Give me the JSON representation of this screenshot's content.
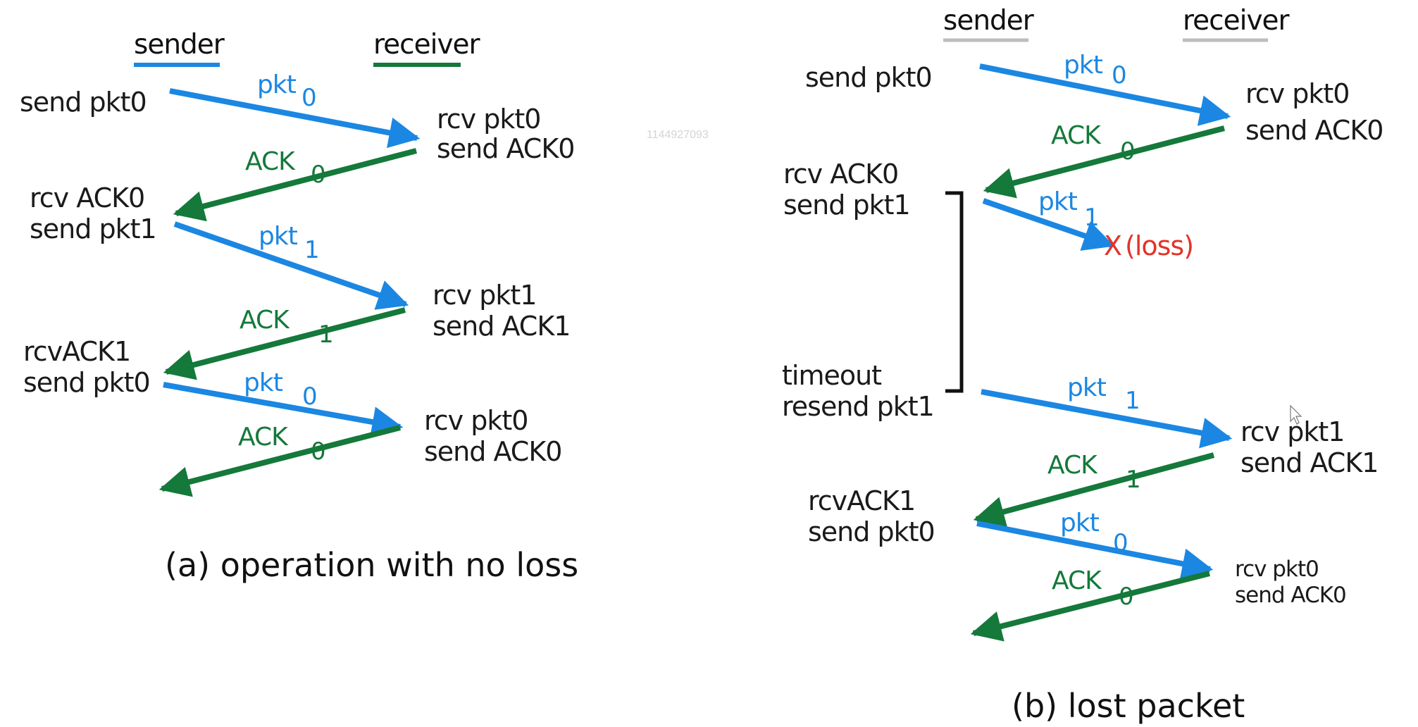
{
  "colors": {
    "packet": "#1b87e2",
    "ack": "#14793a",
    "loss": "#e1342b",
    "text": "#1a1a1a",
    "underline_gray": "#bdbdbd",
    "timer": "#111111"
  },
  "watermark": "1144927093",
  "panels": [
    {
      "id": "a",
      "caption": "(a) operation with no loss",
      "sender_label": "sender",
      "receiver_label": "receiver",
      "sender_events": [
        {
          "line1": "send pkt0",
          "line2": ""
        },
        {
          "line1": "rcv ACK0",
          "line2": "send pkt1"
        },
        {
          "line1": "rcvACK1",
          "line2": "send pkt0"
        }
      ],
      "receiver_events": [
        {
          "line1": "rcv pkt0",
          "line2": "send ACK0"
        },
        {
          "line1": "rcv pkt1",
          "line2": "send ACK1"
        },
        {
          "line1": "rcv pkt0",
          "line2": "send ACK0"
        }
      ],
      "messages": [
        {
          "kind": "packet",
          "label": "pkt",
          "seq": "0"
        },
        {
          "kind": "ack",
          "label": "ACK",
          "seq": "0"
        },
        {
          "kind": "packet",
          "label": "pkt",
          "seq": "1"
        },
        {
          "kind": "ack",
          "label": "ACK",
          "seq": "1"
        },
        {
          "kind": "packet",
          "label": "pkt",
          "seq": "0"
        },
        {
          "kind": "ack",
          "label": "ACK",
          "seq": "0"
        }
      ]
    },
    {
      "id": "b",
      "caption": "(b) lost packet",
      "sender_label": "sender",
      "receiver_label": "receiver",
      "sender_events": [
        {
          "line1": "send pkt0",
          "line2": ""
        },
        {
          "line1": "rcv ACK0",
          "line2": "send pkt1"
        },
        {
          "line1": "timeout",
          "line2": "resend pkt1"
        },
        {
          "line1": "rcvACK1",
          "line2": "send pkt0"
        }
      ],
      "receiver_events": [
        {
          "line1": "rcv pkt0",
          "line2": "send ACK0"
        },
        {
          "line1": "rcv pkt1",
          "line2": "send ACK1"
        },
        {
          "line1": "rcv pkt0",
          "line2": "send ACK0"
        }
      ],
      "messages": [
        {
          "kind": "packet",
          "label": "pkt",
          "seq": "0"
        },
        {
          "kind": "ack",
          "label": "ACK",
          "seq": "0"
        },
        {
          "kind": "packet",
          "label": "pkt",
          "seq": "1",
          "lost": true
        },
        {
          "kind": "packet",
          "label": "pkt",
          "seq": "1"
        },
        {
          "kind": "ack",
          "label": "ACK",
          "seq": "1"
        },
        {
          "kind": "packet",
          "label": "pkt",
          "seq": "0"
        },
        {
          "kind": "ack",
          "label": "ACK",
          "seq": "0"
        }
      ],
      "loss_marker": "X",
      "loss_label": "(loss)"
    }
  ]
}
